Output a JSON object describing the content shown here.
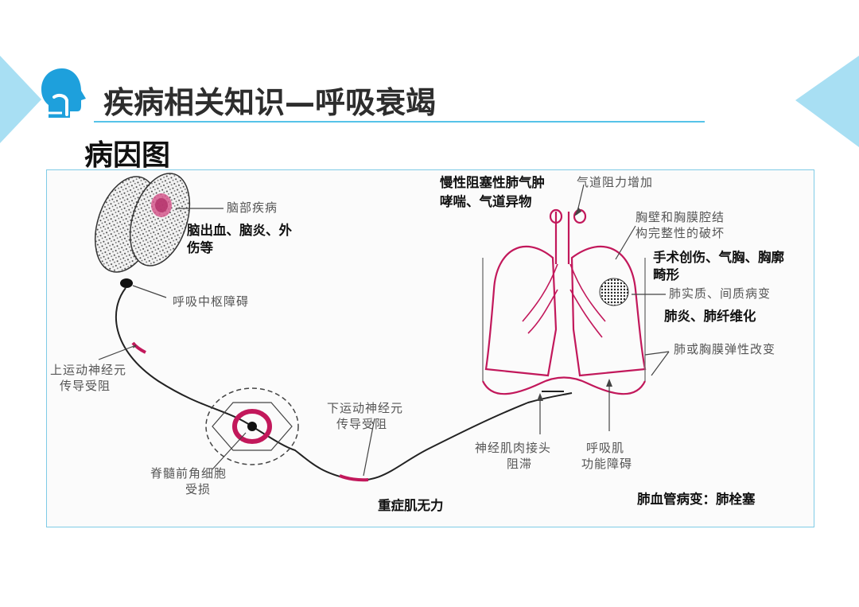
{
  "header": {
    "title": "疾病相关知识—呼吸衰竭",
    "subtitle": "病因图"
  },
  "colors": {
    "accent": "#56c3e8",
    "icon": "#1ea0dc",
    "lesion": "#c2185b",
    "frame": "#7fcbe6"
  },
  "diagram": {
    "brain_disease": "脑部疾病",
    "brain_examples_1": "脑出血、脑炎、外",
    "brain_examples_2": "伤等",
    "respiratory_center": "呼吸中枢障碍",
    "upper_motor_1": "上运动神经元",
    "upper_motor_2": "传导受阻",
    "anterior_horn_1": "脊髓前角细胞",
    "anterior_horn_2": "受损",
    "lower_motor_1": "下运动神经元",
    "lower_motor_2": "传导受阻",
    "myasthenia": "重症肌无力",
    "nmj_1": "神经肌肉接头",
    "nmj_2": "阻滞",
    "resp_muscle_1": "呼吸肌",
    "resp_muscle_2": "功能障碍",
    "airway_resistance": "气道阻力增加",
    "copd_1": "慢性阻塞性肺气肿",
    "copd_2": "哮喘、气道异物",
    "chest_wall_1": "胸壁和胸膜腔结",
    "chest_wall_2": "构完整性的破坏",
    "trauma_1": "手术创伤、气胸、胸廓",
    "trauma_2": "畸形",
    "parenchyma": "肺实质、间质病变",
    "pneumonia": "肺炎、肺纤维化",
    "elasticity": "肺或胸膜弹性改变",
    "vascular": "肺血管病变：肺栓塞"
  }
}
